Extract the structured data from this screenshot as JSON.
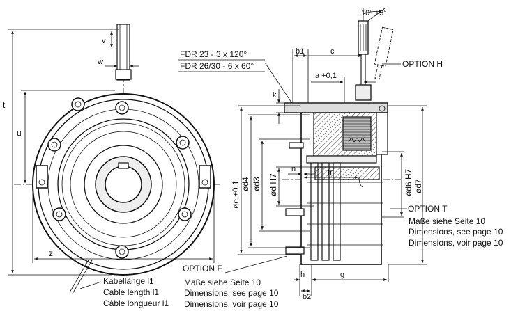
{
  "front_view": {
    "dimensions": {
      "v": "v",
      "w": "w",
      "t": "t",
      "u": "u",
      "z": "z"
    },
    "cable_note": [
      "Kabellänge l1",
      "Cable length l1",
      "Câble longueur l1"
    ]
  },
  "fdr_note": [
    "FDR 23 - 3 x 120°",
    "FDR 26/30 - 6 x 60°"
  ],
  "section_view": {
    "angle_label": "10° +3°",
    "option_h": "OPTION H",
    "option_t": "OPTION T",
    "option_f": "OPTION F",
    "dims_top": {
      "b1": "b1",
      "c": "c",
      "a": "a +0,1",
      "k": "k"
    },
    "dims_mid": {
      "n": "n",
      "m": "m"
    },
    "dims_bottom": {
      "h": "h",
      "g": "g",
      "b2": "b2"
    },
    "diameters_left": {
      "e": "øe ±0,1",
      "d4": "ød4",
      "d3": "ød3",
      "d": "ød H7"
    },
    "diameters_right": {
      "d6": "ød6 H7",
      "d7": "ød7"
    },
    "option_t_notes": [
      "Maße siehe Seite 10",
      "Dimensions, see page 10",
      "Dimensions, voir page 10"
    ],
    "option_f_notes": [
      "Maße siehe Seite 10",
      "Dimensions, see page 10",
      "Dimensions, voir page 10"
    ]
  }
}
